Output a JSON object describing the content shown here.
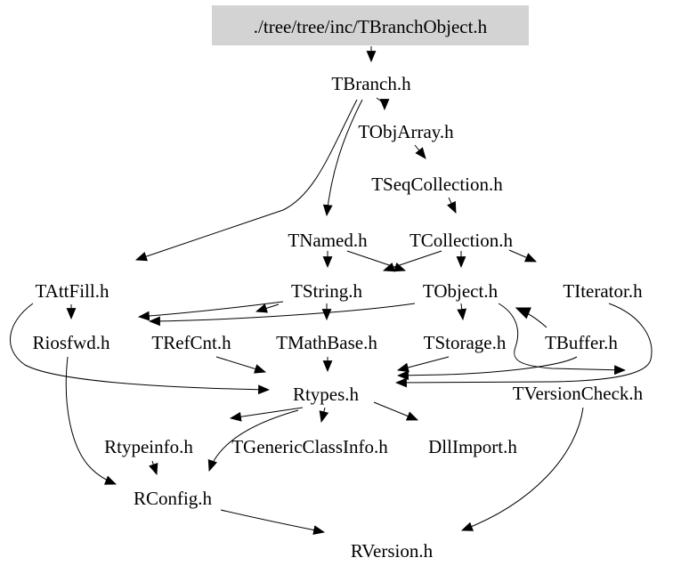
{
  "diagram": {
    "type": "include-dependency-graph",
    "root": {
      "label": "./tree/tree/inc/TBranchObject.h",
      "highlight_color": "#d3d3d3"
    },
    "nodes": [
      {
        "id": "TBranchObject.h",
        "label": "./tree/tree/inc/TBranchObject.h"
      },
      {
        "id": "TBranch.h",
        "label": "TBranch.h"
      },
      {
        "id": "TObjArray.h",
        "label": "TObjArray.h"
      },
      {
        "id": "TSeqCollection.h",
        "label": "TSeqCollection.h"
      },
      {
        "id": "TNamed.h",
        "label": "TNamed.h"
      },
      {
        "id": "TCollection.h",
        "label": "TCollection.h"
      },
      {
        "id": "TAttFill.h",
        "label": "TAttFill.h"
      },
      {
        "id": "TString.h",
        "label": "TString.h"
      },
      {
        "id": "TObject.h",
        "label": "TObject.h"
      },
      {
        "id": "TIterator.h",
        "label": "TIterator.h"
      },
      {
        "id": "Riosfwd.h",
        "label": "Riosfwd.h"
      },
      {
        "id": "TRefCnt.h",
        "label": "TRefCnt.h"
      },
      {
        "id": "TMathBase.h",
        "label": "TMathBase.h"
      },
      {
        "id": "TStorage.h",
        "label": "TStorage.h"
      },
      {
        "id": "TBuffer.h",
        "label": "TBuffer.h"
      },
      {
        "id": "Rtypes.h",
        "label": "Rtypes.h"
      },
      {
        "id": "TVersionCheck.h",
        "label": "TVersionCheck.h"
      },
      {
        "id": "Rtypeinfo.h",
        "label": "Rtypeinfo.h"
      },
      {
        "id": "TGenericClassInfo.h",
        "label": "TGenericClassInfo.h"
      },
      {
        "id": "DllImport.h",
        "label": "DllImport.h"
      },
      {
        "id": "RConfig.h",
        "label": "RConfig.h"
      },
      {
        "id": "RVersion.h",
        "label": "RVersion.h"
      }
    ],
    "edges": [
      {
        "from": "TBranchObject.h",
        "to": "TBranch.h"
      },
      {
        "from": "TBranch.h",
        "to": "TObjArray.h"
      },
      {
        "from": "TBranch.h",
        "to": "TNamed.h"
      },
      {
        "from": "TBranch.h",
        "to": "TAttFill.h"
      },
      {
        "from": "TObjArray.h",
        "to": "TSeqCollection.h"
      },
      {
        "from": "TSeqCollection.h",
        "to": "TCollection.h"
      },
      {
        "from": "TNamed.h",
        "to": "TString.h"
      },
      {
        "from": "TNamed.h",
        "to": "TObject.h"
      },
      {
        "from": "TCollection.h",
        "to": "TString.h"
      },
      {
        "from": "TCollection.h",
        "to": "TObject.h"
      },
      {
        "from": "TCollection.h",
        "to": "TIterator.h"
      },
      {
        "from": "TString.h",
        "to": "Riosfwd.h"
      },
      {
        "from": "TString.h",
        "to": "TRefCnt.h"
      },
      {
        "from": "TString.h",
        "to": "TMathBase.h"
      },
      {
        "from": "TObject.h",
        "to": "Riosfwd.h"
      },
      {
        "from": "TObject.h",
        "to": "TStorage.h"
      },
      {
        "from": "TObject.h",
        "to": "TVersionCheck.h"
      },
      {
        "from": "TBuffer.h",
        "to": "TObject.h"
      },
      {
        "from": "TBuffer.h",
        "to": "Rtypes.h"
      },
      {
        "from": "TIterator.h",
        "to": "Rtypes.h"
      },
      {
        "from": "TRefCnt.h",
        "to": "Rtypes.h"
      },
      {
        "from": "TMathBase.h",
        "to": "Rtypes.h"
      },
      {
        "from": "TStorage.h",
        "to": "Rtypes.h"
      },
      {
        "from": "TAttFill.h",
        "to": "Riosfwd.h"
      },
      {
        "from": "TAttFill.h",
        "to": "Rtypes.h"
      },
      {
        "from": "Riosfwd.h",
        "to": "RConfig.h"
      },
      {
        "from": "Rtypes.h",
        "to": "Rtypeinfo.h"
      },
      {
        "from": "Rtypes.h",
        "to": "TGenericClassInfo.h"
      },
      {
        "from": "Rtypes.h",
        "to": "DllImport.h"
      },
      {
        "from": "Rtypes.h",
        "to": "RConfig.h"
      },
      {
        "from": "Rtypeinfo.h",
        "to": "RConfig.h"
      },
      {
        "from": "RConfig.h",
        "to": "RVersion.h"
      },
      {
        "from": "TVersionCheck.h",
        "to": "RVersion.h"
      }
    ]
  }
}
